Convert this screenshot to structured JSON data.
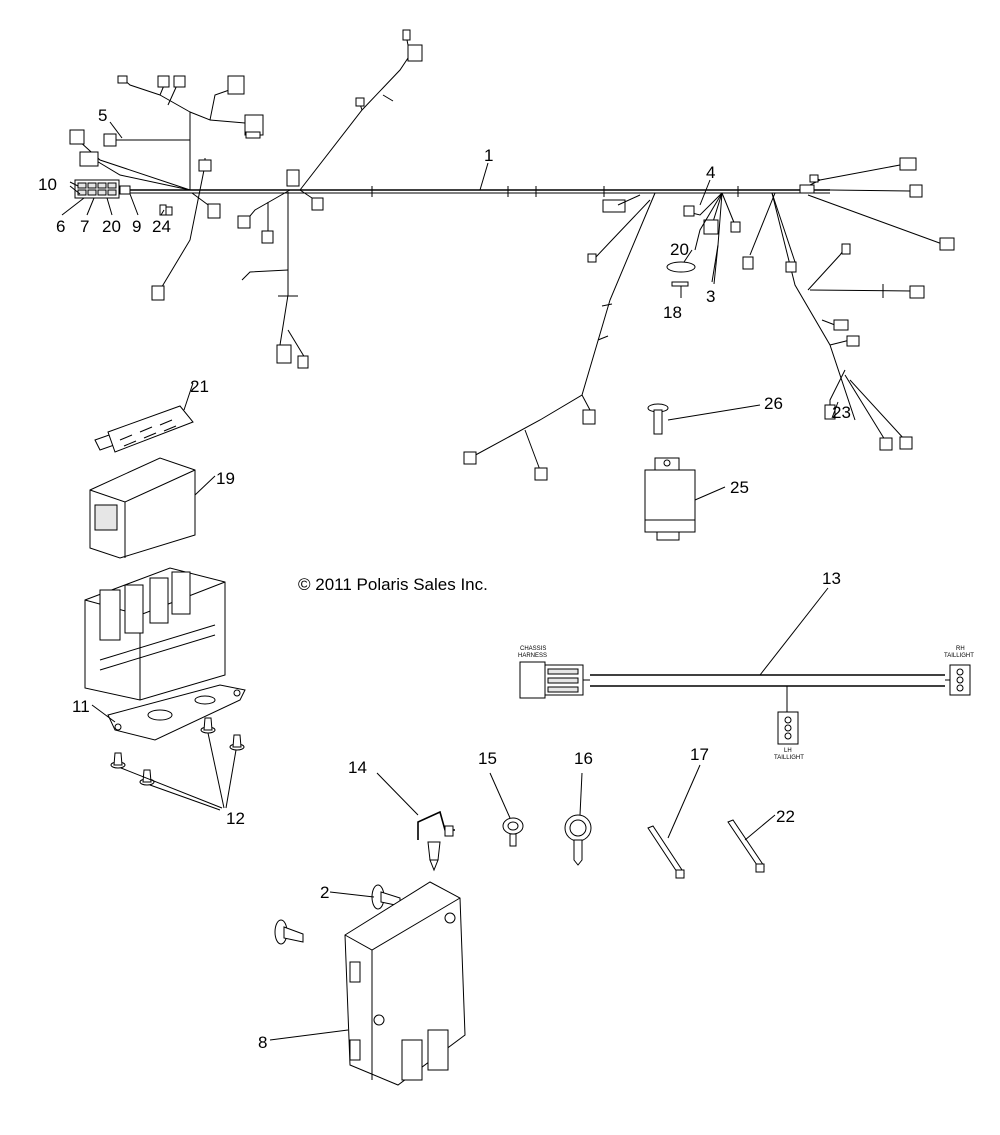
{
  "copyright": "© 2011 Polaris Sales Inc.",
  "callouts": {
    "c1": "1",
    "c2": "2",
    "c3": "3",
    "c4": "4",
    "c5": "5",
    "c6": "6",
    "c7": "7",
    "c8": "8",
    "c9": "9",
    "c10": "10",
    "c11": "11",
    "c12": "12",
    "c13": "13",
    "c14": "14",
    "c15": "15",
    "c16": "16",
    "c17": "17",
    "c18": "18",
    "c19": "19",
    "c20a": "20",
    "c20b": "20",
    "c21": "21",
    "c22": "22",
    "c23": "23",
    "c24": "24",
    "c25": "25",
    "c26": "26"
  },
  "taillight_harness": {
    "chassis_label_1": "CHASSIS",
    "chassis_label_2": "HARNESS",
    "rh_label_1": "RH",
    "rh_label_2": "TAILLIGHT",
    "lh_label_1": "LH",
    "lh_label_2": "TAILLIGHT"
  }
}
